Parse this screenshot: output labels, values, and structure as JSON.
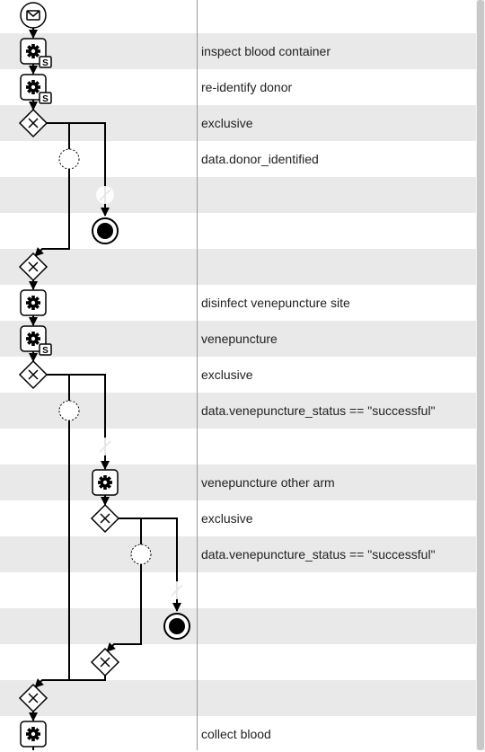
{
  "rows": [
    {
      "label": "",
      "shaded": false
    },
    {
      "label": "inspect blood container",
      "shaded": true
    },
    {
      "label": "re-identify donor",
      "shaded": false
    },
    {
      "label": "exclusive",
      "shaded": true
    },
    {
      "label": "data.donor_identified",
      "shaded": false
    },
    {
      "label": "",
      "shaded": true
    },
    {
      "label": "",
      "shaded": false
    },
    {
      "label": "",
      "shaded": true
    },
    {
      "label": "disinfect venepuncture site",
      "shaded": false
    },
    {
      "label": "venepuncture",
      "shaded": true
    },
    {
      "label": "exclusive",
      "shaded": false
    },
    {
      "label": "data.venepuncture_status == \"successful\"",
      "shaded": true
    },
    {
      "label": "",
      "shaded": false
    },
    {
      "label": "venepuncture other arm",
      "shaded": true
    },
    {
      "label": "exclusive",
      "shaded": false
    },
    {
      "label": "data.venepuncture_status == \"successful\"",
      "shaded": true
    },
    {
      "label": "",
      "shaded": false
    },
    {
      "label": "",
      "shaded": true
    },
    {
      "label": "",
      "shaded": false
    },
    {
      "label": "",
      "shaded": true
    },
    {
      "label": "collect blood",
      "shaded": false
    }
  ],
  "nodes": [
    {
      "type": "message-start",
      "row": 0,
      "lane": 0
    },
    {
      "type": "task",
      "row": 1,
      "lane": 0,
      "subprocess_marker": "S"
    },
    {
      "type": "task",
      "row": 2,
      "lane": 0,
      "subprocess_marker": "S"
    },
    {
      "type": "gateway-exclusive",
      "row": 3,
      "lane": 0
    },
    {
      "type": "condition-marker",
      "row": 4,
      "lane": 1
    },
    {
      "type": "default-flow",
      "row": 5,
      "lane": 2
    },
    {
      "type": "end",
      "row": 6,
      "lane": 2
    },
    {
      "type": "gateway-exclusive",
      "row": 7,
      "lane": 0
    },
    {
      "type": "task",
      "row": 8,
      "lane": 0
    },
    {
      "type": "task",
      "row": 9,
      "lane": 0,
      "subprocess_marker": "S"
    },
    {
      "type": "gateway-exclusive",
      "row": 10,
      "lane": 0
    },
    {
      "type": "condition-marker",
      "row": 11,
      "lane": 1
    },
    {
      "type": "default-flow",
      "row": 12,
      "lane": 2
    },
    {
      "type": "task",
      "row": 13,
      "lane": 2
    },
    {
      "type": "gateway-exclusive",
      "row": 14,
      "lane": 2
    },
    {
      "type": "condition-marker",
      "row": 15,
      "lane": 3
    },
    {
      "type": "default-flow",
      "row": 16,
      "lane": 4
    },
    {
      "type": "end",
      "row": 17,
      "lane": 4
    },
    {
      "type": "gateway-exclusive",
      "row": 18,
      "lane": 2
    },
    {
      "type": "gateway-exclusive",
      "row": 19,
      "lane": 0
    },
    {
      "type": "task",
      "row": 20,
      "lane": 0
    }
  ]
}
